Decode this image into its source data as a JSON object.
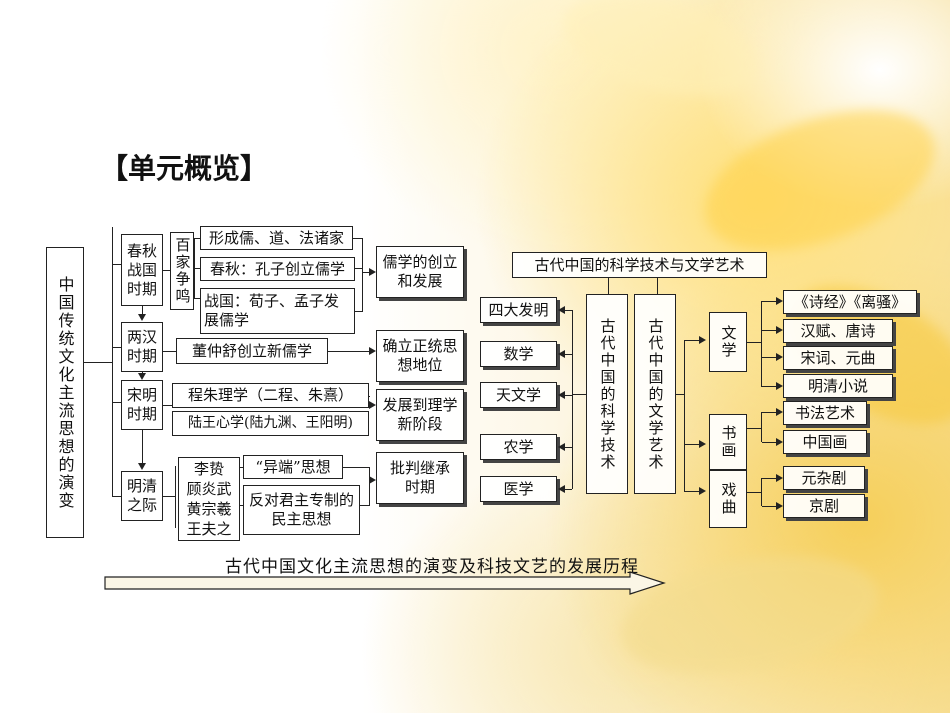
{
  "heading": "【单元概览】",
  "left": {
    "root": "中国传统文化主流思想的演变",
    "periods": [
      "春秋战国时期",
      "两汉时期",
      "宋明时期",
      "明清之际"
    ],
    "baijia": "百家争鸣",
    "spring_items": [
      "形成儒、道、法诸家",
      "春秋：孔子创立儒学",
      "战国：荀子、孟子发展儒学"
    ],
    "dong": "董仲舒创立新儒学",
    "song_items": [
      "程朱理学（二程、朱熹）",
      "陆王心学(陆九渊、王阳明)"
    ],
    "ming_people": [
      "李贽",
      "顾炎武",
      "黄宗羲",
      "王夫之"
    ],
    "yiduan": "“异端”思想",
    "fandui": "反对君主专制的民主思想",
    "stages": [
      "儒学的创立和发展",
      "确立正统思想地位",
      "发展到理学新阶段",
      "批判继承时期"
    ]
  },
  "right": {
    "title": "古代中国的科学技术与文学艺术",
    "science_root": "古代中国的科学技术",
    "science_items": [
      "四大发明",
      "数学",
      "天文学",
      "农学",
      "医学"
    ],
    "arts_root": "古代中国的文学艺术",
    "arts_groups": [
      {
        "label": "文学",
        "items": [
          "《诗经》《离骚》",
          "汉赋、唐诗",
          "宋词、元曲",
          "明清小说"
        ]
      },
      {
        "label": "书画",
        "items": [
          "书法艺术",
          "中国画"
        ]
      },
      {
        "label": "戏曲",
        "items": [
          "元杂剧",
          "京剧"
        ]
      }
    ]
  },
  "bottom_caption": "古代中国文化主流思想的演变及科技文艺的发展历程"
}
